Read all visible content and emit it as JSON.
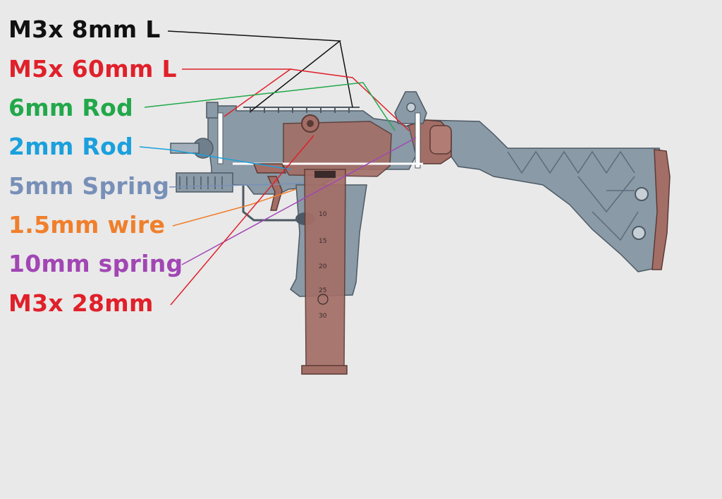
{
  "colors": {
    "background": "#e9e9e9",
    "body": "#8a9aa6",
    "body_dark": "#4d5a65",
    "part": "#a36e66",
    "part_dark": "#5b3a35"
  },
  "labels": [
    {
      "id": "m3x8",
      "text": "M3x 8mm L",
      "color": "#111111"
    },
    {
      "id": "m5x60",
      "text": "M5x 60mm L",
      "color": "#e0202a"
    },
    {
      "id": "rod6",
      "text": "6mm Rod",
      "color": "#22a84a"
    },
    {
      "id": "rod2",
      "text": "2mm Rod",
      "color": "#1aa0dd"
    },
    {
      "id": "spring5",
      "text": "5mm Spring",
      "color": "#7890b8"
    },
    {
      "id": "wire15",
      "text": "1.5mm wire",
      "color": "#f07f2c"
    },
    {
      "id": "spring10",
      "text": "10mm spring",
      "color": "#a146b4"
    },
    {
      "id": "m3x28",
      "text": "M3x 28mm",
      "color": "#e0202a"
    }
  ],
  "magazine_marks": [
    "10",
    "15",
    "20",
    "25",
    "30"
  ]
}
